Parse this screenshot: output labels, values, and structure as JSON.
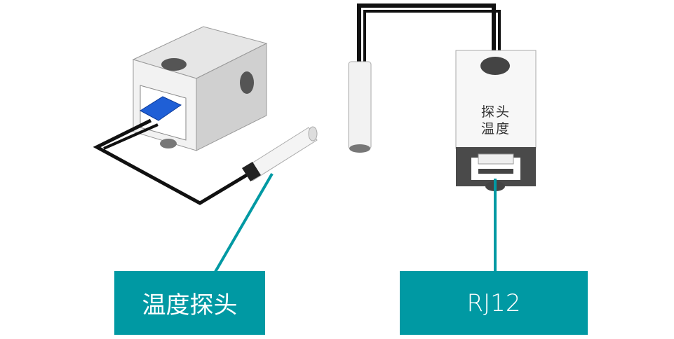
{
  "labels": {
    "probe_label": "温度探头",
    "connector_label": "RJ12"
  },
  "device_text": {
    "line1": "探头",
    "line2": "温度"
  },
  "colors": {
    "accent": "#0099a3"
  }
}
